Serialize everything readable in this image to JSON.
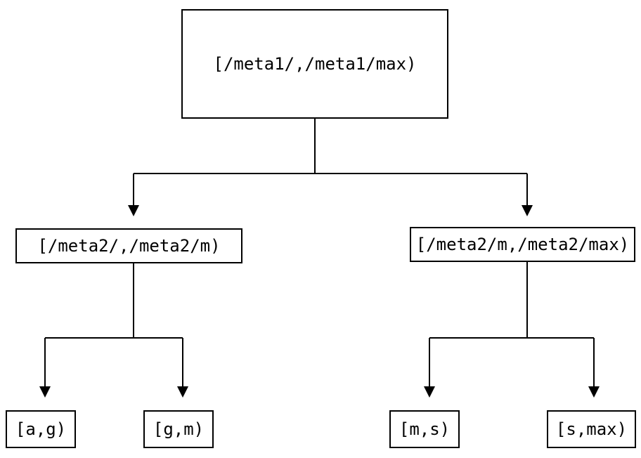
{
  "diagram": {
    "type": "tree",
    "nodes": {
      "root": {
        "label": "[/meta1/,/meta1/max)"
      },
      "left": {
        "label": "[/meta2/,/meta2/m)"
      },
      "right": {
        "label": "[/meta2/m,/meta2/max)"
      },
      "leaf_ag": {
        "label": "[a,g)"
      },
      "leaf_gm": {
        "label": "[g,m)"
      },
      "leaf_ms": {
        "label": "[m,s)"
      },
      "leaf_smax": {
        "label": "[s,max)"
      }
    },
    "edges": [
      {
        "from": "root",
        "to": "left"
      },
      {
        "from": "root",
        "to": "right"
      },
      {
        "from": "left",
        "to": "leaf_ag"
      },
      {
        "from": "left",
        "to": "leaf_gm"
      },
      {
        "from": "right",
        "to": "leaf_ms"
      },
      {
        "from": "right",
        "to": "leaf_smax"
      }
    ],
    "colors": {
      "line": "#000000",
      "text": "#000000",
      "background": "#ffffff"
    }
  }
}
